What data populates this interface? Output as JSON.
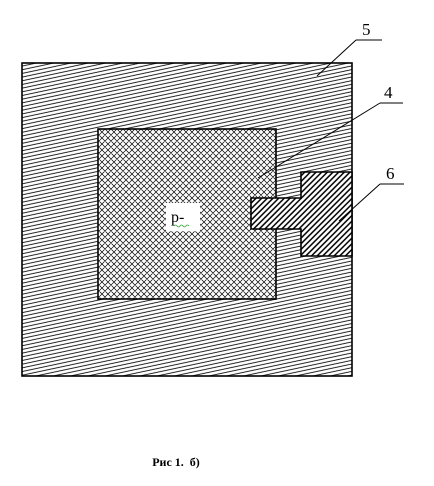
{
  "figure": {
    "callouts": {
      "outer_region": "5",
      "central_region": "4",
      "contact": "6"
    },
    "central_label": "p-",
    "caption": "Рис 1.  б)"
  },
  "colors": {
    "line": "#000000",
    "background": "#ffffff"
  }
}
